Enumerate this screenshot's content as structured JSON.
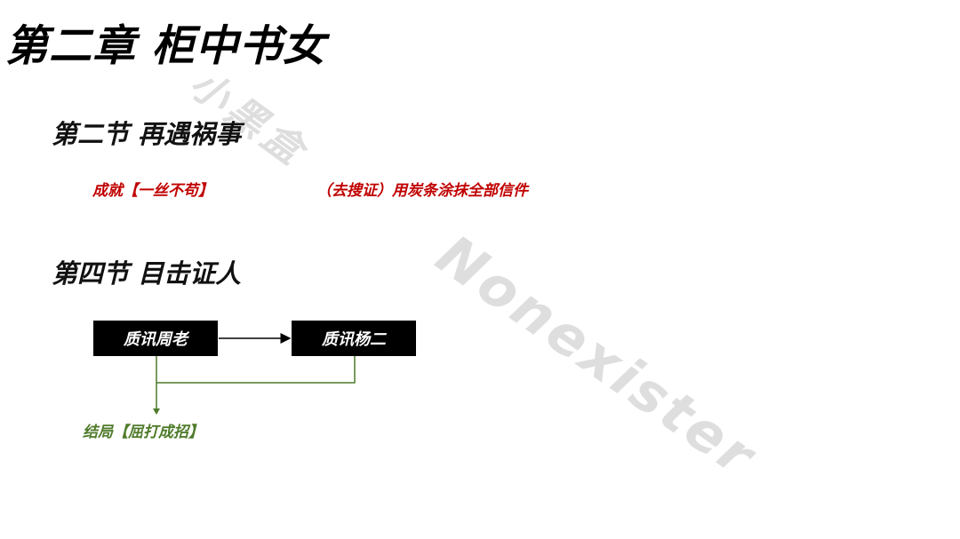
{
  "chapter": {
    "title": "第二章 柜中书女"
  },
  "section2": {
    "title": "第二节 再遇祸事",
    "achievement": "成就【一丝不苟】",
    "action": "（去搜证）用炭条涂抹全部信件"
  },
  "section4": {
    "title": "第四节 目击证人",
    "node_zhou": "质讯周老",
    "node_yang": "质讯杨二",
    "ending": "结局【屈打成招】"
  },
  "watermarks": {
    "cn": "小黑盒",
    "en": "Nonexister"
  },
  "colors": {
    "red_note": "#c00000",
    "green_flow": "#4f7b2a",
    "box_bg": "#000000"
  }
}
